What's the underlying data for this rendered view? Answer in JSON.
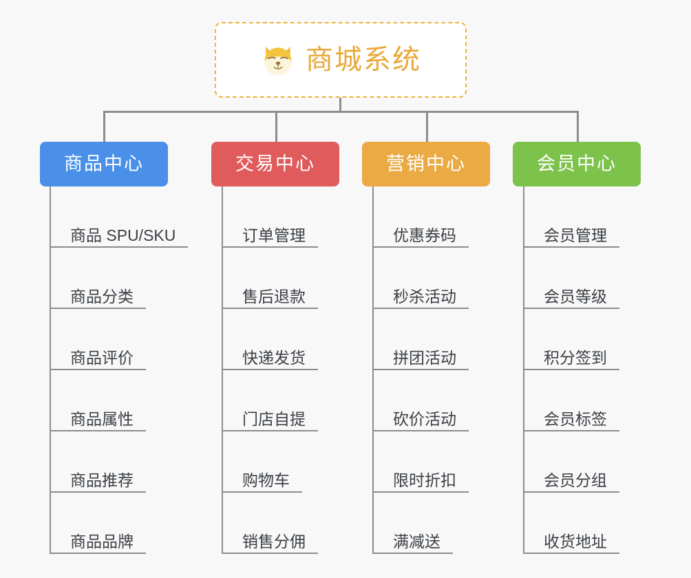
{
  "page": {
    "background_color": "#f8f8f8",
    "line_color": "#8c8c8c"
  },
  "root": {
    "title": "商城系统",
    "icon": "dog-face-icon",
    "text_color": "#e8a93a",
    "border_color": "#efb23c",
    "background_color": "#ffffff"
  },
  "branches": [
    {
      "label": "商品中心",
      "color": "#4a90e8",
      "items": [
        "商品 SPU/SKU",
        "商品分类",
        "商品评价",
        "商品属性",
        "商品推荐",
        "商品品牌"
      ]
    },
    {
      "label": "交易中心",
      "color": "#e05b5b",
      "items": [
        "订单管理",
        "售后退款",
        "快递发货",
        "门店自提",
        "购物车",
        "销售分佣"
      ]
    },
    {
      "label": "营销中心",
      "color": "#ebaa43",
      "items": [
        "优惠券码",
        "秒杀活动",
        "拼团活动",
        "砍价活动",
        "限时折扣",
        "满减送"
      ]
    },
    {
      "label": "会员中心",
      "color": "#7dc24b",
      "items": [
        "会员管理",
        "会员等级",
        "积分签到",
        "会员标签",
        "会员分组",
        "收货地址"
      ]
    }
  ]
}
